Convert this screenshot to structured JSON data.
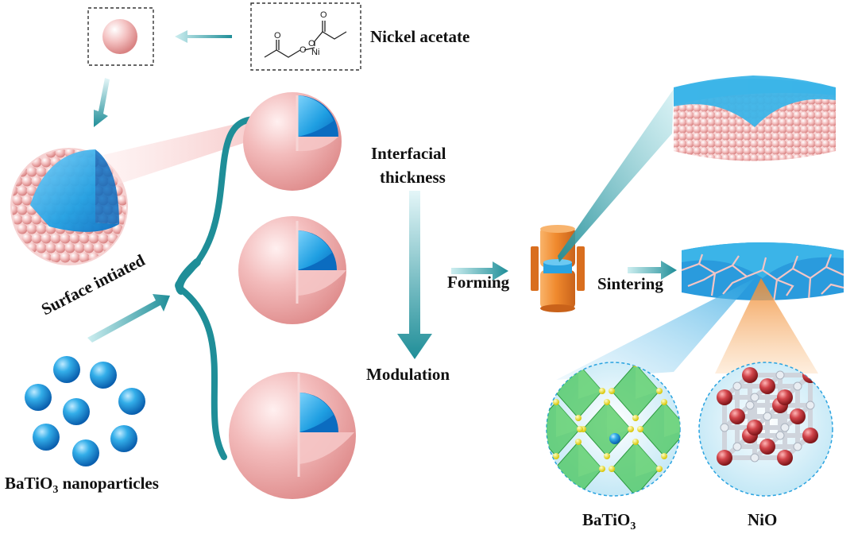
{
  "labels": {
    "nickel_acetate": "Nickel acetate",
    "ni_symbol": "Ni",
    "interfacial_line1": "Interfacial",
    "interfacial_line2": "thickness",
    "modulation": "Modulation",
    "forming": "Forming",
    "sintering": "Sintering",
    "surface_initiated": "Surface intiated",
    "nanoparticles_pre": "BaTiO",
    "nanoparticles_sub": "3",
    "nanoparticles_post": " nanoparticles",
    "batio3_pre": "BaTiO",
    "batio3_sub": "3",
    "nio": "NiO"
  },
  "colors": {
    "shell": "#f2b7b7",
    "shell_dark": "#e58d8d",
    "core": "#29a8e6",
    "core_dark": "#0d73c2",
    "teal_arrow": "#2a9aa4",
    "teal_dark": "#1b7c86",
    "press": "#f08a2e",
    "octahedra": "#47c55a",
    "node_yellow": "#f2e31a",
    "node_red": "#c8383e"
  }
}
